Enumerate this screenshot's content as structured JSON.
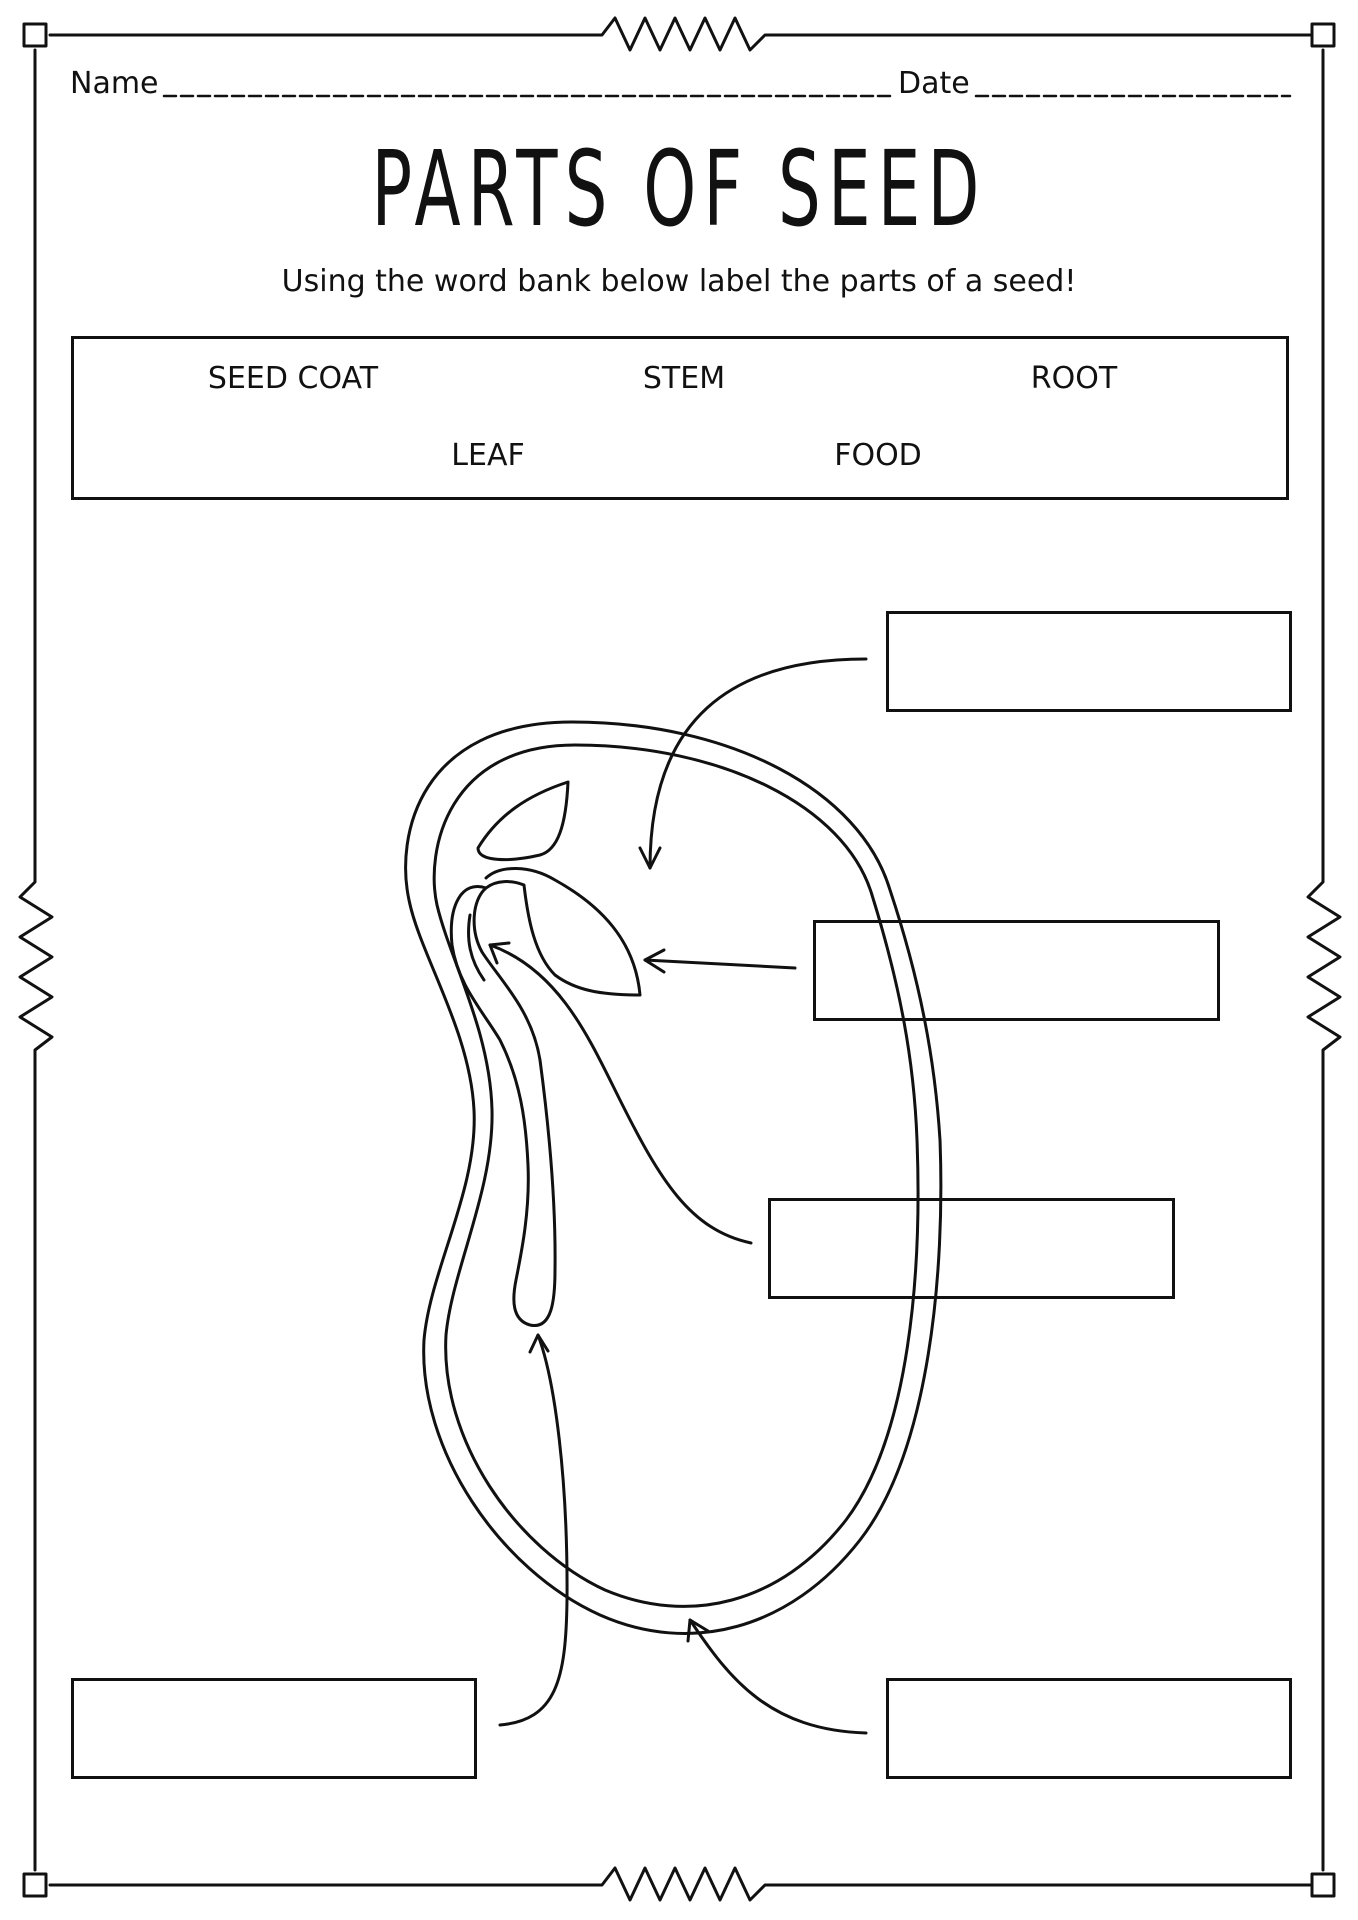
{
  "header": {
    "name_label": "Name",
    "date_label": "Date"
  },
  "title": "PARTS OF SEED",
  "subtitle": "Using the word bank below label the parts of a seed!",
  "word_bank": [
    "SEED COAT",
    "STEM",
    "ROOT",
    "LEAF",
    "FOOD"
  ],
  "diagram": {
    "answer_box_count": 5
  }
}
